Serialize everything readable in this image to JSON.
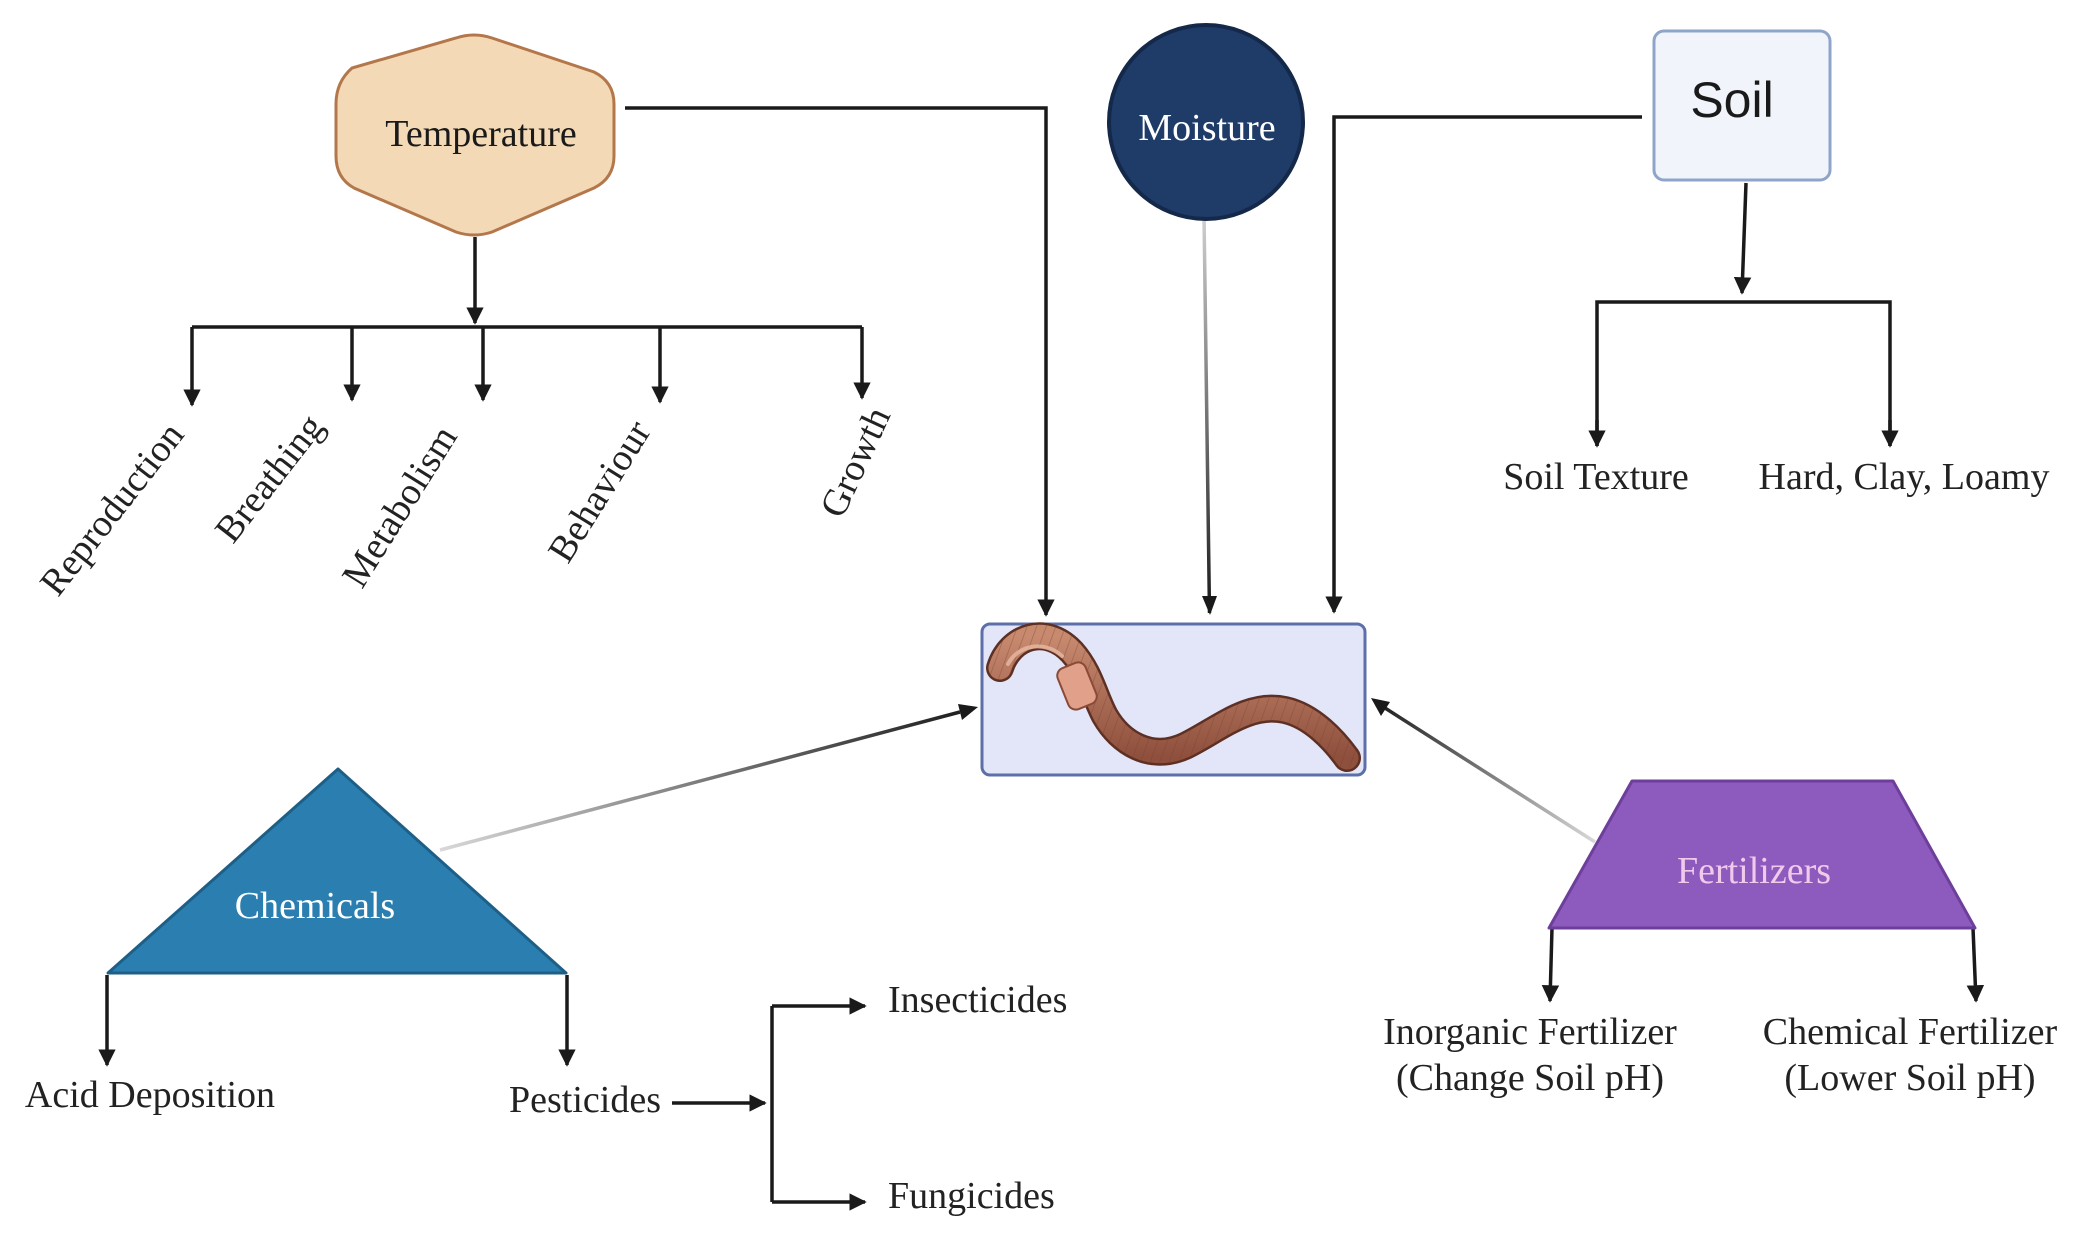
{
  "nodes": {
    "temperature": {
      "label": "Temperature",
      "fill": "#f3d9b5",
      "stroke": "#b3774b"
    },
    "moisture": {
      "label": "Moisture",
      "fill": "#1f3b68",
      "stroke": "#142849"
    },
    "soil": {
      "label": "Soil",
      "fill": "#f1f5fb",
      "stroke": "#8ea5c9"
    },
    "chemicals": {
      "label": "Chemicals",
      "fill": "#2a7fb0",
      "stroke": "#1e5f87"
    },
    "fertilizers": {
      "label": "Fertilizers",
      "fill": "#8c5bbd",
      "stroke": "#6d3f9b"
    },
    "earthworm": {
      "fill": "#e2e6f8",
      "stroke": "#5c6fa8"
    }
  },
  "temperature_effects": [
    "Reproduction",
    "Breathing",
    "Metabolism",
    "Behaviour",
    "Growth"
  ],
  "soil_factors": [
    "Soil Texture",
    "Hard, Clay, Loamy"
  ],
  "chemical_effects": {
    "acid": "Acid Deposition",
    "pesticides": "Pesticides",
    "pesticide_types": [
      "Insecticides",
      "Fungicides"
    ]
  },
  "fertilizer_types": [
    {
      "line1": "Inorganic Fertilizer",
      "line2": "(Change Soil pH)"
    },
    {
      "line1": "Chemical Fertilizer",
      "line2": "(Lower Soil pH)"
    }
  ]
}
